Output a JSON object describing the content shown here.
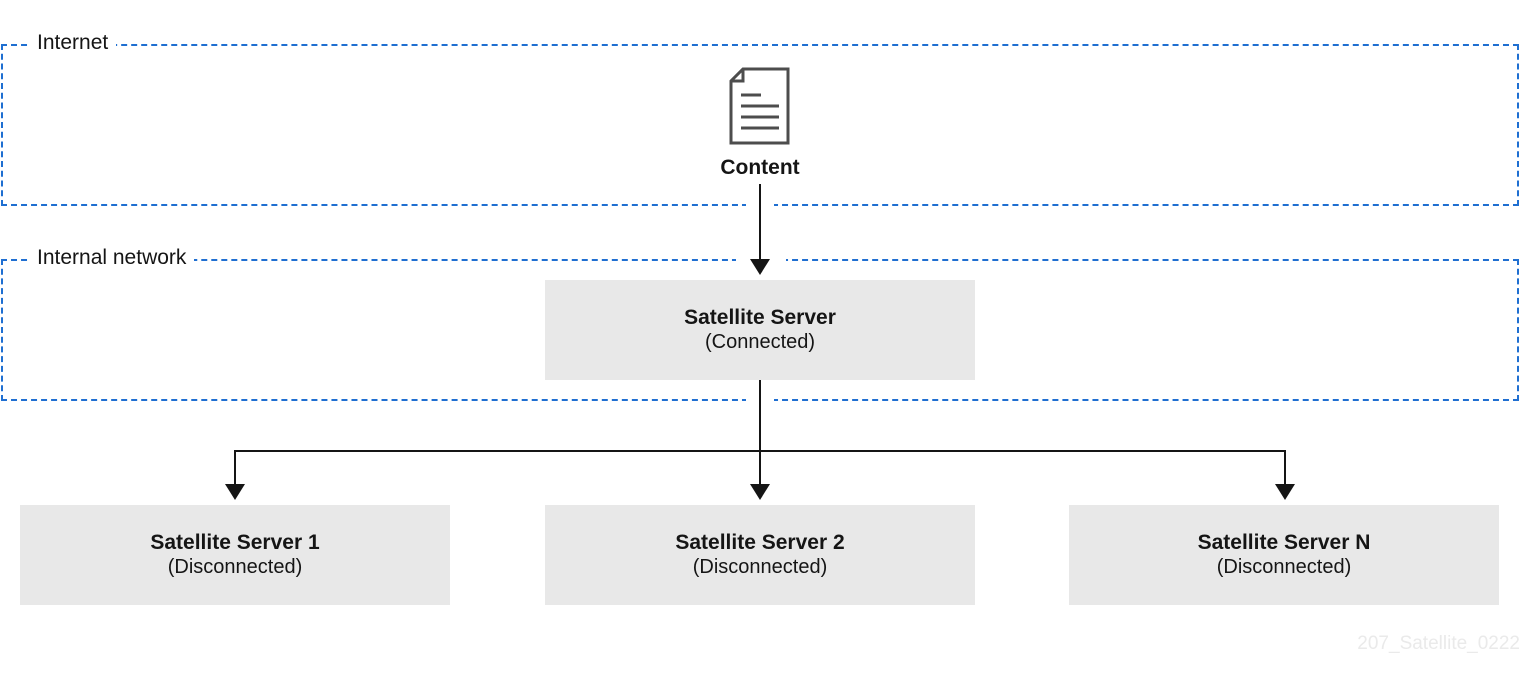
{
  "zones": {
    "internet": "Internet",
    "internal": "Internal network"
  },
  "content": {
    "label": "Content",
    "icon": "document-icon"
  },
  "servers": {
    "main": {
      "title": "Satellite Server",
      "status": "(Connected)"
    },
    "s1": {
      "title": "Satellite Server 1",
      "status": "(Disconnected)"
    },
    "s2": {
      "title": "Satellite Server 2",
      "status": "(Disconnected)"
    },
    "sn": {
      "title": "Satellite Server N",
      "status": "(Disconnected)"
    }
  },
  "watermark": "207_Satellite_0222",
  "colors": {
    "zone_border": "#1f6fd1",
    "box_fill": "#e8e8e8",
    "line": "#151515"
  }
}
